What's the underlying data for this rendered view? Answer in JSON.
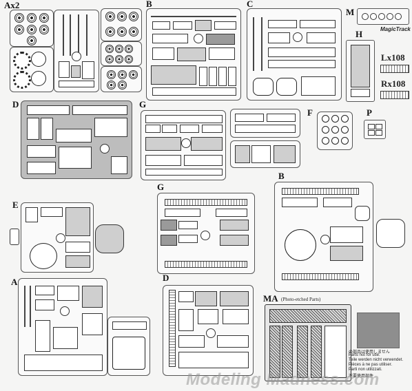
{
  "labels": {
    "ax2": "Ax2",
    "b_top": "B",
    "c_top": "C",
    "m": "M",
    "h": "H",
    "lx108": "Lx108",
    "rx108": "Rx108",
    "d_left": "D",
    "g_mid": "G",
    "f": "F",
    "p": "P",
    "e": "E",
    "g_center": "G",
    "b_right": "B",
    "a": "A",
    "d_bottom": "D",
    "ma": "MA",
    "ma_note": "(Photo-etched Parts)"
  },
  "notice": {
    "jp": "の部品は使用しません",
    "en": "Parts not for use.",
    "de": "Teile werden nicht verwendet.",
    "fr": "Pièces à ne pas utiliser.",
    "it": "Parti non utilizzati.",
    "cn": "不要使用部件"
  },
  "brand": {
    "logo": "MagicTrack"
  },
  "watermark": "Modeling Madness.com"
}
